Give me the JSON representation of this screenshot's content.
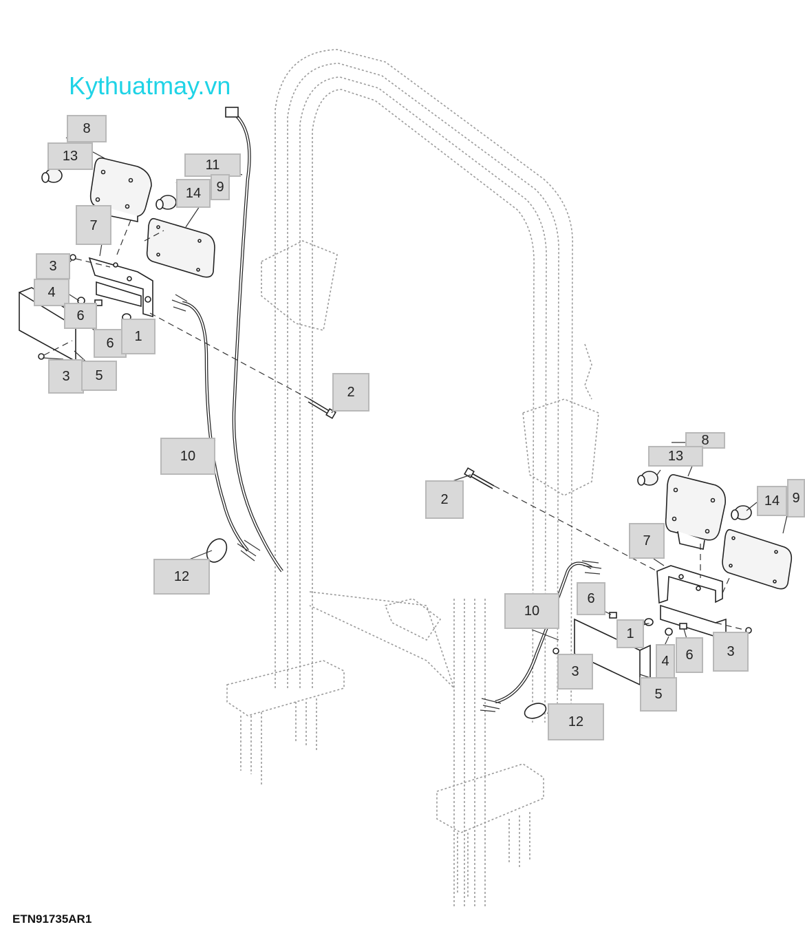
{
  "watermark": "Kythuatmay.vn",
  "figure_id": "ETN91735AR1",
  "callouts": {
    "l8": "8",
    "l13": "13",
    "l11": "11",
    "l14": "14",
    "l9": "9",
    "l7": "7",
    "l3a": "3",
    "l4": "4",
    "l6a": "6",
    "l6b": "6",
    "l1": "1",
    "l3b": "3",
    "l5": "5",
    "l2": "2",
    "l10": "10",
    "l12": "12",
    "r2": "2",
    "r8": "8",
    "r13": "13",
    "r14": "14",
    "r9": "9",
    "r7": "7",
    "r6a": "6",
    "r10": "10",
    "r1": "1",
    "r3a": "3",
    "r3b": "3",
    "r4": "4",
    "r6b": "6",
    "r5": "5",
    "r12": "12"
  }
}
